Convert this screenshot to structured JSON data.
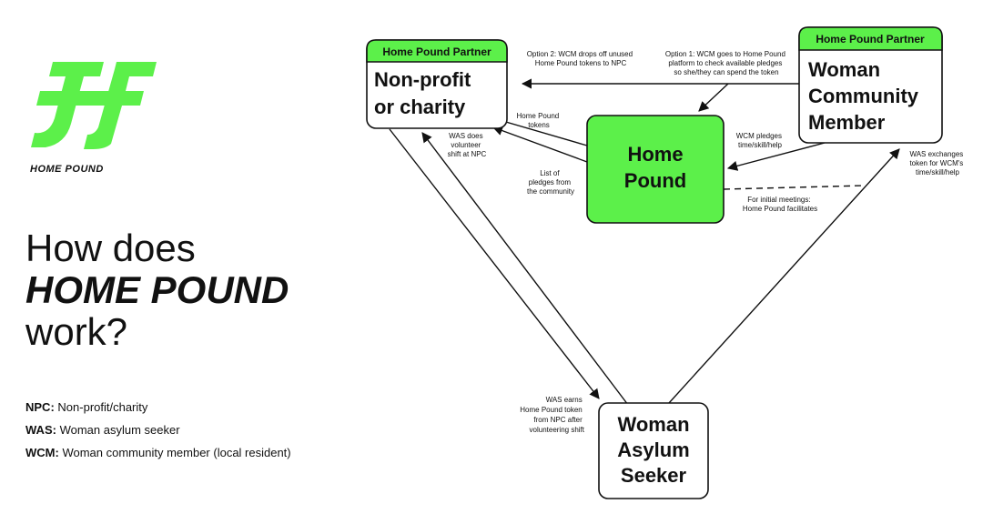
{
  "brand": {
    "name": "HOME POUND",
    "accent_color": "#5cf04a",
    "logo_icon": "hf-monogram-icon"
  },
  "headline": {
    "line1": "How does",
    "line2": "HOME POUND",
    "line3": "work?"
  },
  "legend": [
    {
      "abbr": "NPC:",
      "text": "Non-profit/charity"
    },
    {
      "abbr": "WAS:",
      "text": "Woman asylum seeker"
    },
    {
      "abbr": "WCM:",
      "text": "Woman community member (local resident)"
    }
  ],
  "nodes": {
    "npc": {
      "tag": "Home Pound Partner",
      "lines": [
        "Non-profit",
        "or charity"
      ]
    },
    "wcm": {
      "tag": "Home Pound Partner",
      "lines": [
        "Woman",
        "Community",
        "Member"
      ]
    },
    "hp": {
      "lines": [
        "Home",
        "Pound"
      ]
    },
    "was": {
      "lines": [
        "Woman",
        "Asylum",
        "Seeker"
      ]
    }
  },
  "annotations": {
    "option2": [
      "Option 2: WCM drops off unused",
      "Home Pound tokens to NPC"
    ],
    "option1": [
      "Option 1: WCM goes to Home Pound",
      "platform to check available pledges",
      "so she/they can spend the token"
    ],
    "hp_tokens": [
      "Home Pound",
      "tokens"
    ],
    "was_volunteer": [
      "WAS does",
      "volunteer",
      "shift at NPC"
    ],
    "pledges_list": [
      "List of",
      "pledges from",
      "the community"
    ],
    "wcm_pledges": [
      "WCM pledges",
      "time/skill/help"
    ],
    "initial_meetings": [
      "For initial meetings:",
      "Home Pound facilitates"
    ],
    "was_exchanges": [
      "WAS exchanges",
      "token for WCM's",
      "time/skill/help"
    ],
    "was_earns": [
      "WAS earns",
      "Home Pound token",
      "from NPC after",
      "volunteering shift"
    ]
  }
}
